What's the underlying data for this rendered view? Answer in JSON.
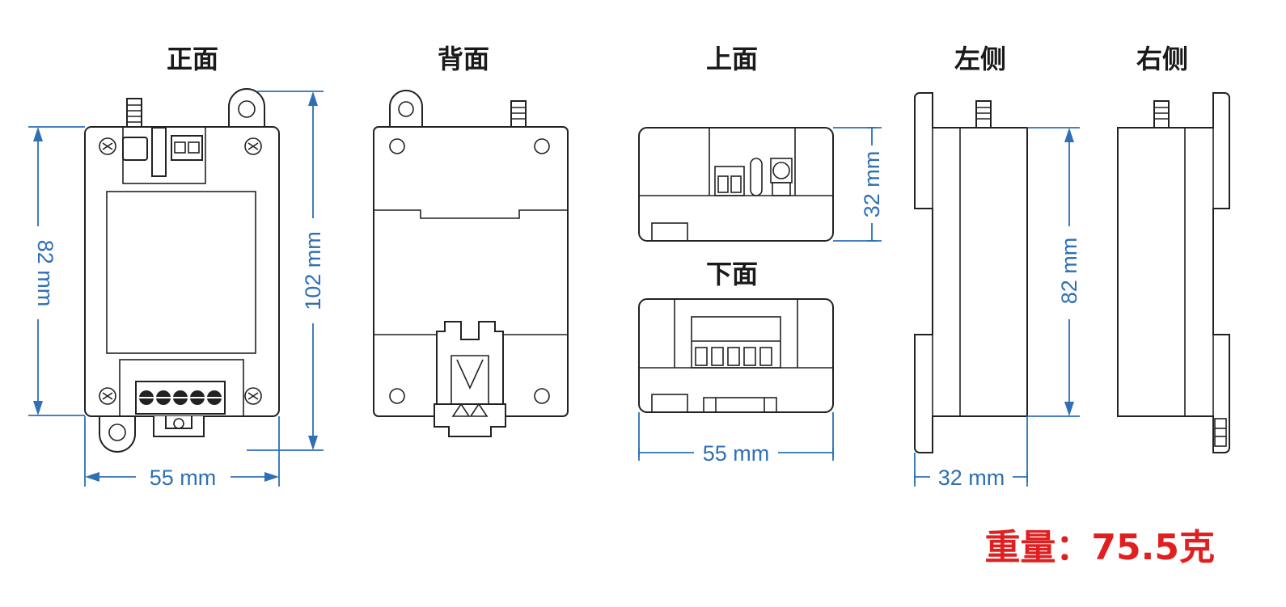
{
  "views": {
    "front": "正面",
    "back": "背面",
    "top": "上面",
    "bottom": "下面",
    "left": "左侧",
    "right": "右侧"
  },
  "dimensions": {
    "front_width": "55 mm",
    "front_height": "82 mm",
    "front_total_height": "102 mm",
    "top_depth": "32 mm",
    "bottom_width": "55 mm",
    "side_height": "82 mm",
    "side_depth": "32 mm"
  },
  "weight": "重量：75.5克",
  "colors": {
    "dimension": "#2e6fb5",
    "weight": "#e02020",
    "outline": "#222222"
  }
}
